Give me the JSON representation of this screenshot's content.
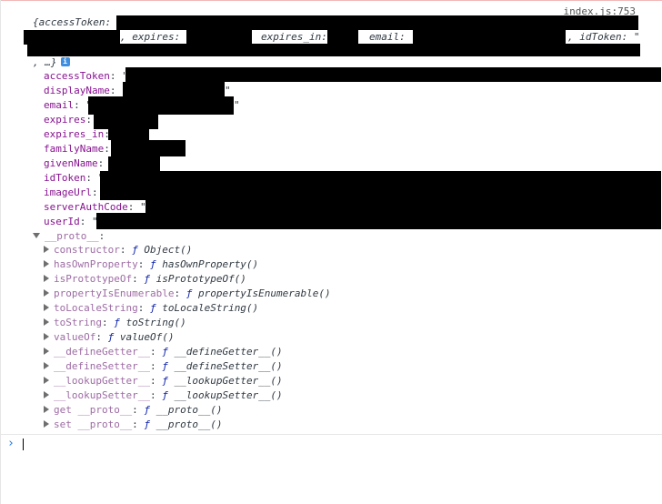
{
  "console": {
    "source_link": "index.js:753",
    "summary": {
      "open_brace": "{",
      "access_token_label": "accessToken: ",
      "expires_label": ", expires: ",
      "expires_in_label": "expires_in: ",
      "email_label": "email: ",
      "id_token_label": ", idToken: \"",
      "ellipsis": ", …}",
      "info_icon_glyph": "i"
    },
    "properties": [
      {
        "key": "accessToken",
        "sep": ": \""
      },
      {
        "key": "displayName",
        "sep": ": \"",
        "tail": "\""
      },
      {
        "key": "email",
        "sep": ": \"",
        "tail": "\""
      },
      {
        "key": "expires",
        "sep": ":"
      },
      {
        "key": "expires_in",
        "sep": ":"
      },
      {
        "key": "familyName",
        "sep": ":"
      },
      {
        "key": "givenName",
        "sep": ":"
      },
      {
        "key": "idToken",
        "sep": ": \""
      },
      {
        "key": "imageUrl",
        "sep": ":"
      },
      {
        "key": "serverAuthCode",
        "sep": ": \""
      },
      {
        "key": "userId",
        "sep": ": \""
      }
    ],
    "proto": {
      "label": "__proto__",
      "sep": ":",
      "items": [
        {
          "key": "constructor",
          "f": "ƒ",
          "name": "Object()"
        },
        {
          "key": "hasOwnProperty",
          "f": "ƒ",
          "name": "hasOwnProperty()"
        },
        {
          "key": "isPrototypeOf",
          "f": "ƒ",
          "name": "isPrototypeOf()"
        },
        {
          "key": "propertyIsEnumerable",
          "f": "ƒ",
          "name": "propertyIsEnumerable()"
        },
        {
          "key": "toLocaleString",
          "f": "ƒ",
          "name": "toLocaleString()"
        },
        {
          "key": "toString",
          "f": "ƒ",
          "name": "toString()"
        },
        {
          "key": "valueOf",
          "f": "ƒ",
          "name": "valueOf()"
        },
        {
          "key": "__defineGetter__",
          "f": "ƒ",
          "name": "__defineGetter__()"
        },
        {
          "key": "__defineSetter__",
          "f": "ƒ",
          "name": "__defineSetter__()"
        },
        {
          "key": "__lookupGetter__",
          "f": "ƒ",
          "name": "__lookupGetter__()"
        },
        {
          "key": "__lookupSetter__",
          "f": "ƒ",
          "name": "__lookupSetter__()"
        },
        {
          "key": "get __proto__",
          "f": "ƒ",
          "name": "__proto__()"
        },
        {
          "key": "set __proto__",
          "f": "ƒ",
          "name": "__proto__()"
        }
      ]
    },
    "prompt_glyph": "›",
    "colors": {
      "key": "#881391",
      "proto_key": "#9d6ba4",
      "function_f": "#0d22aa",
      "string": "#c41a16",
      "prompt": "#1a73e8",
      "info_badge": "#3f8fe0"
    }
  }
}
